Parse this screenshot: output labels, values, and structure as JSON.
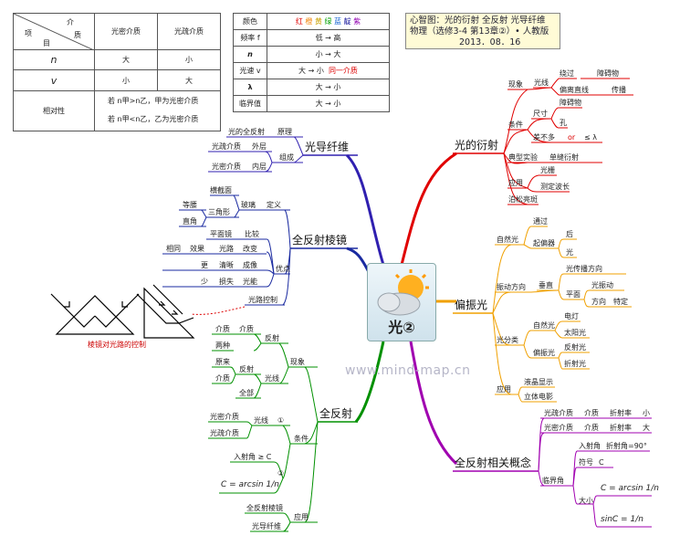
{
  "header": {
    "line1": "心智图：光的衍射 全反射 光导纤维",
    "line2": "物理（选修3-4  第13章②）• 人教版",
    "line3": "2013．08．16"
  },
  "table1": {
    "corner_top": "介",
    "corner_mid1": "项",
    "corner_mid2": "质",
    "corner_bot": "目",
    "col1": "光密介质",
    "col2": "光疏介质",
    "row1_label": "n",
    "row1_a": "大",
    "row1_b": "小",
    "row2_label": "v",
    "row2_a": "小",
    "row2_b": "大",
    "row3_label": "相对性",
    "row3_line1": "若 n甲>n乙，甲为光密介质",
    "row3_line2": "若 n甲<n乙，乙为光密介质"
  },
  "table2": {
    "r0_label": "颜色",
    "colors": [
      {
        "text": "红",
        "color": "#e00000"
      },
      {
        "text": "橙",
        "color": "#f08000"
      },
      {
        "text": "黄",
        "color": "#c8a000"
      },
      {
        "text": "绿",
        "color": "#00a000"
      },
      {
        "text": "蓝",
        "color": "#1060d0"
      },
      {
        "text": "靛",
        "color": "#2020a0"
      },
      {
        "text": "紫",
        "color": "#9000b0"
      }
    ],
    "r1_label": "频率 f",
    "r1_val": "低 → 高",
    "r2_label": "n",
    "r2_val": "小 → 大",
    "r3_label": "光速 v",
    "r3_val": "大 → 小",
    "r3_extra": "同一介质",
    "r4_label": "λ",
    "r4_val": "大 → 小",
    "r5_label": "临界值",
    "r5_val": "大 → 小"
  },
  "center": {
    "label": "光②"
  },
  "watermark": "www.mind-map.cn",
  "prism_caption": "棱镜对光路的控制",
  "branches": {
    "diffraction": {
      "label": "光的衍射",
      "phenomenon": "现象",
      "light_line": "光线",
      "bypass": "绕过",
      "obstacle": "障碍物",
      "off_straight": "偏离直线",
      "propagate": "传播",
      "condition": "条件",
      "size": "尺寸",
      "obstacle2": "障碍物",
      "hole": "孔",
      "not_much": "差不多",
      "or_text": "or",
      "le_lambda": "≤ λ",
      "typical": "典型实验",
      "single_slit": "单缝衍射",
      "application": "应用",
      "grating": "光栅",
      "measure": "测定波长",
      "poisson": "泊松亮斑"
    },
    "fiber": {
      "label": "光导纤维",
      "principle": "原理",
      "total_ref": "光的全反射",
      "composition": "组成",
      "outer": "外层",
      "outer_med": "光疏介质",
      "inner": "内层",
      "inner_med": "光密介质"
    },
    "prism": {
      "label": "全反射棱镜",
      "definition": "定义",
      "cross": "横截面",
      "isosceles": "等腰",
      "triangle": "三角形",
      "right_angle": "直角",
      "glass": "玻璃",
      "advantage": "优点",
      "flat_mirror": "平面镜",
      "compare": "比较",
      "effect": "效果",
      "same": "相同",
      "light_path": "光路",
      "change": "改变",
      "image": "成像",
      "clearer": "更",
      "clear": "清晰",
      "loss": "损失",
      "less": "少",
      "energy": "光能",
      "control": "光路控制"
    },
    "polarization": {
      "label": "偏振光",
      "natural": "自然光",
      "passes": "通过",
      "polarizer": "起偏器",
      "after": "后",
      "light": "光",
      "vibration": "振动方向",
      "perpendicular": "垂直",
      "propagation": "光传播方向",
      "plane": "平面",
      "light_vib": "光振动",
      "direction": "方向",
      "specific": "特定",
      "classification": "光分类",
      "natural2": "自然光",
      "lamp": "电灯",
      "sun": "太阳光",
      "polarized": "偏振光",
      "reflected": "反射光",
      "refracted": "折射光",
      "application": "应用",
      "lcd": "液晶显示",
      "film": "立体电影"
    },
    "critical": {
      "label": "全反射相关概念",
      "sparse": "光疏介质",
      "dense": "光密介质",
      "medium": "介质",
      "refr_index": "折射率",
      "small": "小",
      "big": "大",
      "crit_angle": "临界角",
      "incidence": "入射角",
      "refr_angle": "折射角=90°",
      "symbol": "符号",
      "sym_c": "C",
      "size": "大小",
      "formula1": "C = arcsin 1/n",
      "formula2": "sinC = 1/n"
    },
    "total_reflection": {
      "label": "全反射",
      "phenomenon": "现象",
      "medium": "介质",
      "reflection": "反射",
      "two_kinds": "两种",
      "original": "原来",
      "medium2": "介质",
      "refl2": "反射",
      "ray": "光线",
      "all": "全部",
      "condition": "条件",
      "c1": "①",
      "c1_ray": "光线",
      "dense": "光密介质",
      "sparse": "光疏介质",
      "c2": "②",
      "angle": "入射角 ≥ C",
      "formula": "C = arcsin 1/n",
      "application": "应用",
      "prism": "全反射棱镜",
      "fiber": "光导纤维"
    }
  }
}
